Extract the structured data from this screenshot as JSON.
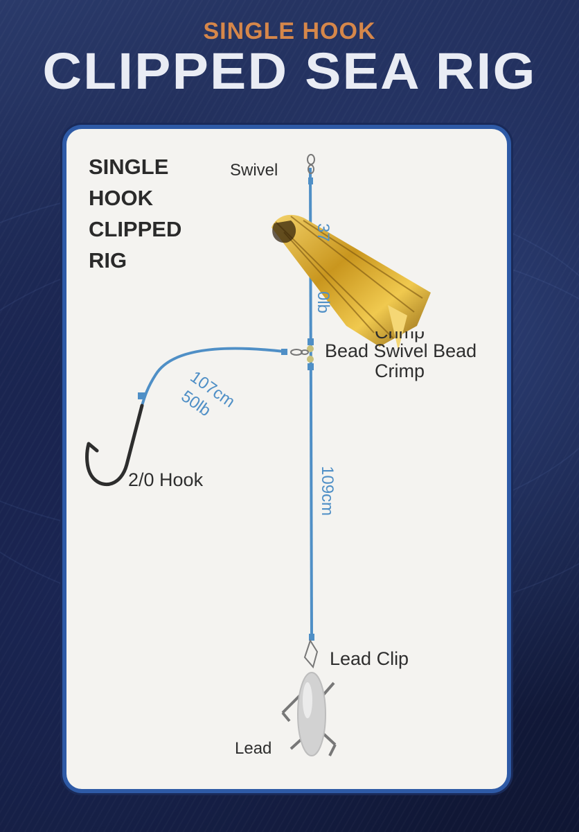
{
  "header": {
    "subtitle": "SINGLE HOOK",
    "title": "CLIPPED SEA RIG"
  },
  "card": {
    "title_lines": [
      "SINGLE",
      "HOOK",
      "CLIPPED",
      "RIG"
    ]
  },
  "diagram": {
    "labels": {
      "swivel": "Swivel",
      "crimp_top": "Crimp",
      "bead_swivel_bead": "Bead Swivel Bead",
      "crimp_bottom": "Crimp",
      "hook": "2/0 Hook",
      "lead_clip": "Lead Clip",
      "lead": "Lead"
    },
    "measurements": {
      "top_length": "37",
      "top_strength": "0lb",
      "snood_length": "107cm",
      "snood_strength": "50lb",
      "bottom_length": "109cm"
    },
    "colors": {
      "line": "#4f8fc6",
      "tinsel": "#c9961e",
      "card": "#f4f3f0",
      "accent_border": "#2e5aa6",
      "subtitle": "#d6874a"
    }
  }
}
